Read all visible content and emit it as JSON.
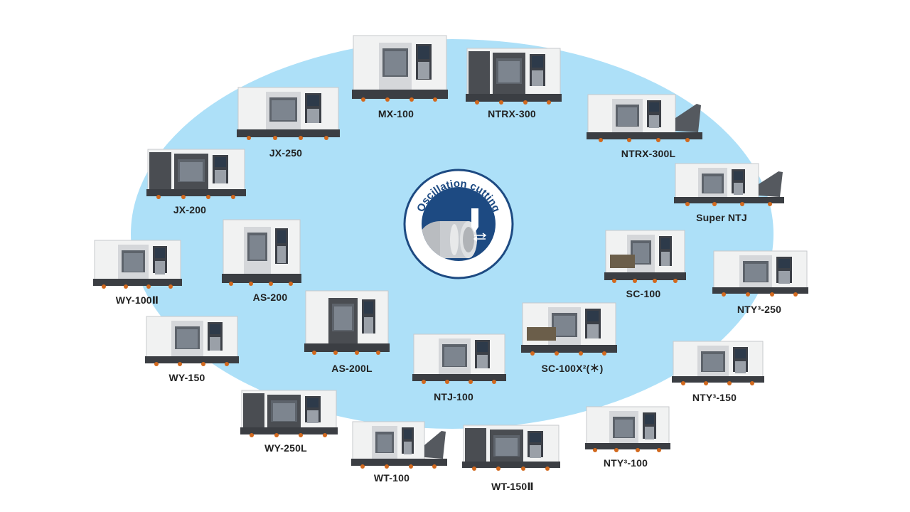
{
  "colors": {
    "ellipse": "#ade0f8",
    "badge_blue": "#1d4a82",
    "badge_ring": "#1d4a82",
    "machine_body": "#f1f2f2",
    "machine_dark": "#4a4d52",
    "machine_base": "#3b3e43",
    "screen": "#2d3a4a",
    "accent_orange": "#d2691e"
  },
  "badge": {
    "text": "Oscillation cutting",
    "icon": "lathe-oscillation-icon"
  },
  "machines": [
    {
      "id": "mx-100",
      "label": "MX-100",
      "icon": "cnc-lathe-icon"
    },
    {
      "id": "ntrx-300",
      "label": "NTRX-300",
      "icon": "cnc-lathe-icon"
    },
    {
      "id": "ntrx-300l",
      "label": "NTRX-300L",
      "icon": "cnc-lathe-icon"
    },
    {
      "id": "jx-250",
      "label": "JX-250",
      "icon": "cnc-lathe-icon"
    },
    {
      "id": "jx-200",
      "label": "JX-200",
      "icon": "cnc-lathe-icon"
    },
    {
      "id": "super-ntj",
      "label": "Super NTJ",
      "icon": "cnc-lathe-icon"
    },
    {
      "id": "as-200",
      "label": "AS-200",
      "icon": "cnc-lathe-icon"
    },
    {
      "id": "sc-100",
      "label": "SC-100",
      "icon": "cnc-lathe-icon"
    },
    {
      "id": "wy-100-ii",
      "label": "WY-100Ⅱ",
      "icon": "cnc-lathe-icon"
    },
    {
      "id": "nty3-250",
      "label": "NTY³-250",
      "icon": "cnc-lathe-icon"
    },
    {
      "id": "as-200l",
      "label": "AS-200L",
      "icon": "cnc-lathe-icon"
    },
    {
      "id": "sc-100x2",
      "label": "SC-100X²(＊)",
      "icon": "cnc-lathe-icon"
    },
    {
      "id": "wy-150",
      "label": "WY-150",
      "icon": "cnc-lathe-icon"
    },
    {
      "id": "ntj-100",
      "label": "NTJ-100",
      "icon": "cnc-lathe-icon"
    },
    {
      "id": "nty3-150",
      "label": "NTY³-150",
      "icon": "cnc-lathe-icon"
    },
    {
      "id": "wy-250l",
      "label": "WY-250L",
      "icon": "cnc-lathe-icon"
    },
    {
      "id": "nty3-100",
      "label": "NTY³-100",
      "icon": "cnc-lathe-icon"
    },
    {
      "id": "wt-100",
      "label": "WT-100",
      "icon": "cnc-lathe-icon"
    },
    {
      "id": "wt-150-ii",
      "label": "WT-150Ⅱ",
      "icon": "cnc-lathe-icon"
    }
  ]
}
